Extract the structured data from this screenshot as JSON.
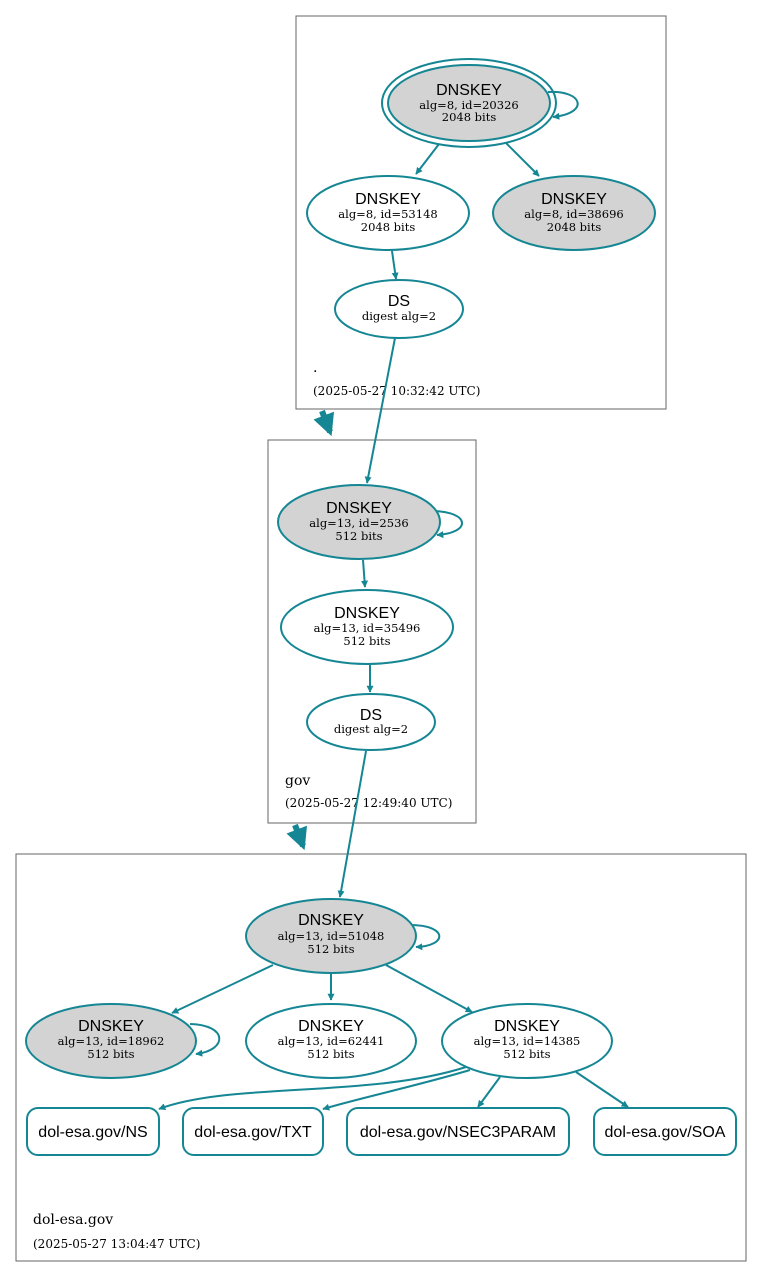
{
  "colors": {
    "accent": "#158693",
    "sep_fill": "#d3d3d3",
    "normal_fill": "#ffffff",
    "zone_border": "#666666"
  },
  "zones": {
    "root": {
      "name": ".",
      "timestamp": "(2025-05-27 10:32:42 UTC)"
    },
    "gov": {
      "name": "gov",
      "timestamp": "(2025-05-27 12:49:40 UTC)"
    },
    "dol": {
      "name": "dol-esa.gov",
      "timestamp": "(2025-05-27 13:04:47 UTC)"
    }
  },
  "nodes": {
    "root_ksk": {
      "title": "DNSKEY",
      "line1": "alg=8, id=20326",
      "line2": "2048 bits",
      "sep": true,
      "trust_anchor": true
    },
    "root_zsk1": {
      "title": "DNSKEY",
      "line1": "alg=8, id=53148",
      "line2": "2048 bits",
      "sep": false
    },
    "root_zsk2": {
      "title": "DNSKEY",
      "line1": "alg=8, id=38696",
      "line2": "2048 bits",
      "sep": true
    },
    "root_ds": {
      "title": "DS",
      "line1": "digest alg=2"
    },
    "gov_ksk": {
      "title": "DNSKEY",
      "line1": "alg=13, id=2536",
      "line2": "512 bits",
      "sep": true
    },
    "gov_zsk": {
      "title": "DNSKEY",
      "line1": "alg=13, id=35496",
      "line2": "512 bits",
      "sep": false
    },
    "gov_ds": {
      "title": "DS",
      "line1": "digest alg=2"
    },
    "dol_ksk": {
      "title": "DNSKEY",
      "line1": "alg=13, id=51048",
      "line2": "512 bits",
      "sep": true
    },
    "dol_k1": {
      "title": "DNSKEY",
      "line1": "alg=13, id=18962",
      "line2": "512 bits",
      "sep": true
    },
    "dol_k2": {
      "title": "DNSKEY",
      "line1": "alg=13, id=62441",
      "line2": "512 bits",
      "sep": false
    },
    "dol_k3": {
      "title": "DNSKEY",
      "line1": "alg=13, id=14385",
      "line2": "512 bits",
      "sep": false
    }
  },
  "records": {
    "ns": "dol-esa.gov/NS",
    "txt": "dol-esa.gov/TXT",
    "nsec3param": "dol-esa.gov/NSEC3PARAM",
    "soa": "dol-esa.gov/SOA"
  }
}
